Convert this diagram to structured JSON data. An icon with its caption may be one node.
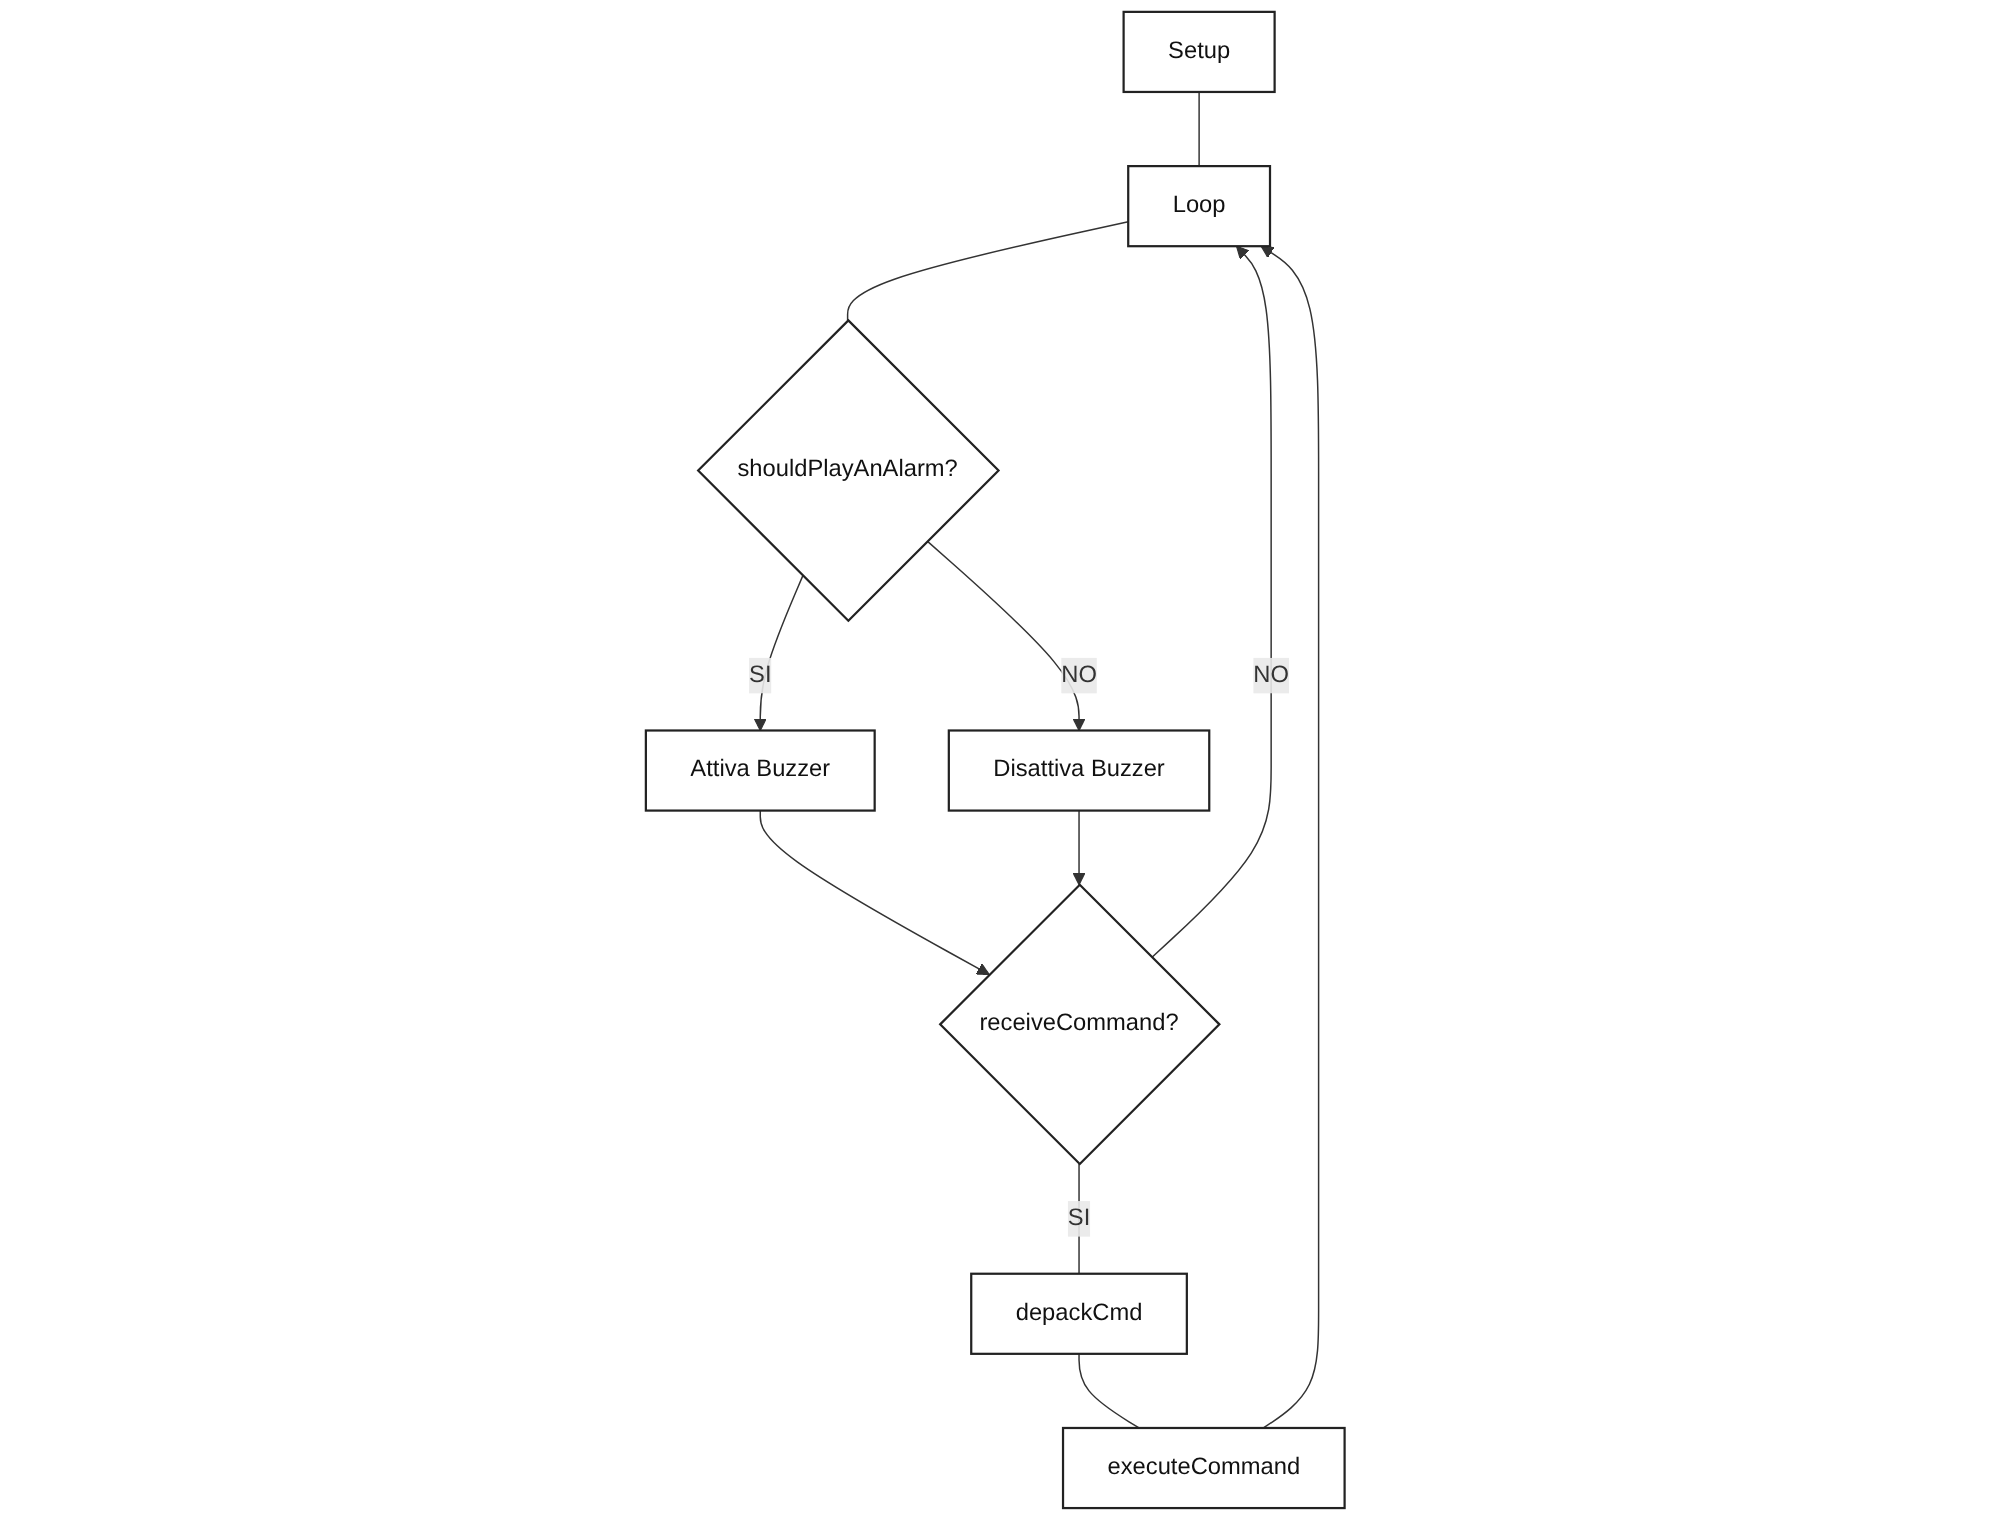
{
  "diagram": {
    "nodes": [
      {
        "text": [
          "Setup"
        ]
      },
      {
        "text": [
          "Loop"
        ]
      },
      {
        "text": [
          "shouldPlayAnAlarm?"
        ]
      },
      {
        "text": [
          "Attiva Buzzer"
        ]
      },
      {
        "text": [
          "Disattiva Buzzer"
        ]
      },
      {
        "text": [
          "receiveCommand?"
        ]
      },
      {
        "text": [
          "depackCmd"
        ]
      },
      {
        "text": [
          "executeCommand"
        ]
      }
    ],
    "edges": [
      {
        "from": 0,
        "to": 1,
        "arrow": "none"
      },
      {
        "from": 1,
        "to": 2,
        "arrow": "none"
      },
      {
        "from": 2,
        "to": 3,
        "label": "SI",
        "arrow": "to"
      },
      {
        "from": 2,
        "to": 4,
        "label": "NO",
        "arrow": "to"
      },
      {
        "from": 3,
        "to": 5,
        "arrow": "to"
      },
      {
        "from": 4,
        "to": 5,
        "arrow": "to"
      },
      {
        "from": 5,
        "to": 6,
        "label": "SI",
        "arrow": "none"
      },
      {
        "from": 6,
        "to": 7,
        "arrow": "none"
      },
      {
        "from": 7,
        "to": 1,
        "arrow": "to"
      },
      {
        "from": 5,
        "to": 1,
        "label": "NO",
        "arrow": "to"
      }
    ]
  }
}
